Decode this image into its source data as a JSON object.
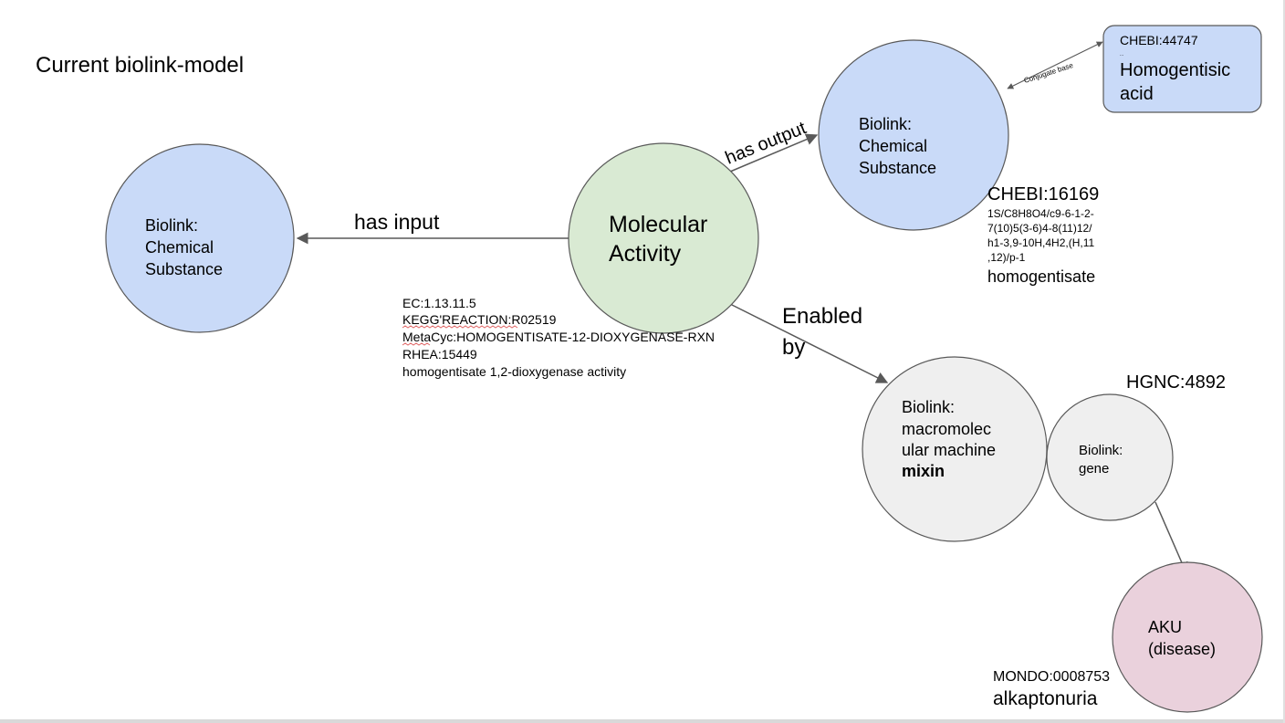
{
  "title": "Current biolink-model",
  "colors": {
    "blue_fill": "#c9daf8",
    "green_fill": "#d9ead3",
    "gray_fill": "#efefef",
    "pink_fill": "#ead1dc",
    "stroke": "#595959",
    "text": "#000000",
    "squiggle": "#e06666"
  },
  "nodes": {
    "input_substance": [
      "Biolink:",
      "Chemical",
      "Substance"
    ],
    "molecular_activity": [
      "Molecular",
      "Activity"
    ],
    "output_substance": [
      "Biolink:",
      "Chemical",
      "Substance"
    ],
    "chebi_44747": {
      "id": "CHEBI:44747",
      "dots": "...",
      "name": [
        "Homogentisic",
        "acid"
      ]
    },
    "macromolecular_machine": {
      "lines": [
        "Biolink:",
        "macromolec",
        "ular machine"
      ],
      "bold": "mixin"
    },
    "gene": [
      "Biolink:",
      "gene"
    ],
    "disease": [
      "AKU",
      "(disease)"
    ]
  },
  "edges": {
    "has_input": "has input",
    "has_output": "has output",
    "enabled_by": [
      "Enabled",
      "by"
    ],
    "conjugate_base": "Conjugate base"
  },
  "annotations": {
    "activity_ids": [
      "EC:1.13.11.5",
      "KEGG'REACTION:R02519",
      "MetaCyc:HOMOGENTISATE-12-DIOXYGENASE-RXN",
      "RHEA:15449",
      "homogentisate 1,2-dioxygenase activity"
    ],
    "output_id": "CHEBI:16169",
    "output_inchi": [
      "1S/C8H8O4/c9-6-1-2-",
      "7(10)5(3-6)4-8(11)12/",
      "h1-3,9-10H,4H2,(H,11",
      ",12)/p-1"
    ],
    "output_name": "homogentisate",
    "gene_id": "HGNC:4892",
    "disease_id": "MONDO:0008753",
    "disease_name": "alkaptonuria"
  }
}
